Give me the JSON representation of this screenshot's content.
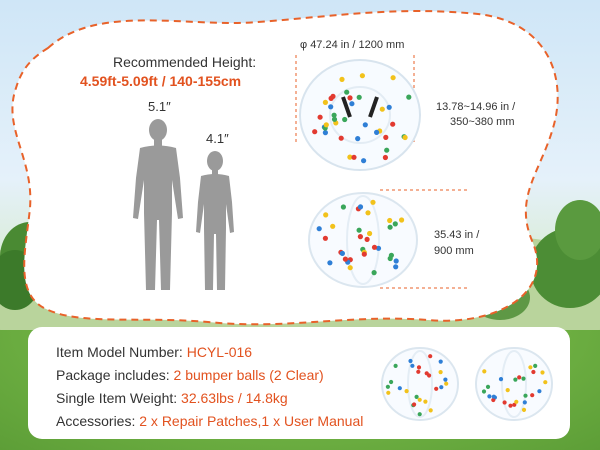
{
  "recommended": {
    "label": "Recommended Height:",
    "value": "4.59ft-5.09ft / 140-155cm"
  },
  "people": {
    "adult_height": "5.1″",
    "child_height": "4.1″"
  },
  "ball_top": {
    "diameter": "φ 47.24 in / 1200 mm",
    "depth_line1": "13.78~14.96 in /",
    "depth_line2": "350~380 mm"
  },
  "ball_side": {
    "height_line1": "35.43 in /",
    "height_line2": "900 mm"
  },
  "specs": [
    {
      "label": "Item Model Number: ",
      "value": "HCYL-016"
    },
    {
      "label": "Package includes: ",
      "value": "2 bumper balls (2 Clear)"
    },
    {
      "label": "Single Item Weight: ",
      "value": "32.63lbs / 14.8kg"
    },
    {
      "label": "Accessories: ",
      "value": "2 x Repair Patches,1 x User Manual"
    }
  ],
  "colors": {
    "accent": "#e2521f",
    "text": "#333333",
    "silhouette": "#9a9a9a",
    "dot_red": "#e23a30",
    "dot_yellow": "#f2c21b",
    "dot_blue": "#2f7fd6",
    "dot_green": "#3aa65a"
  }
}
